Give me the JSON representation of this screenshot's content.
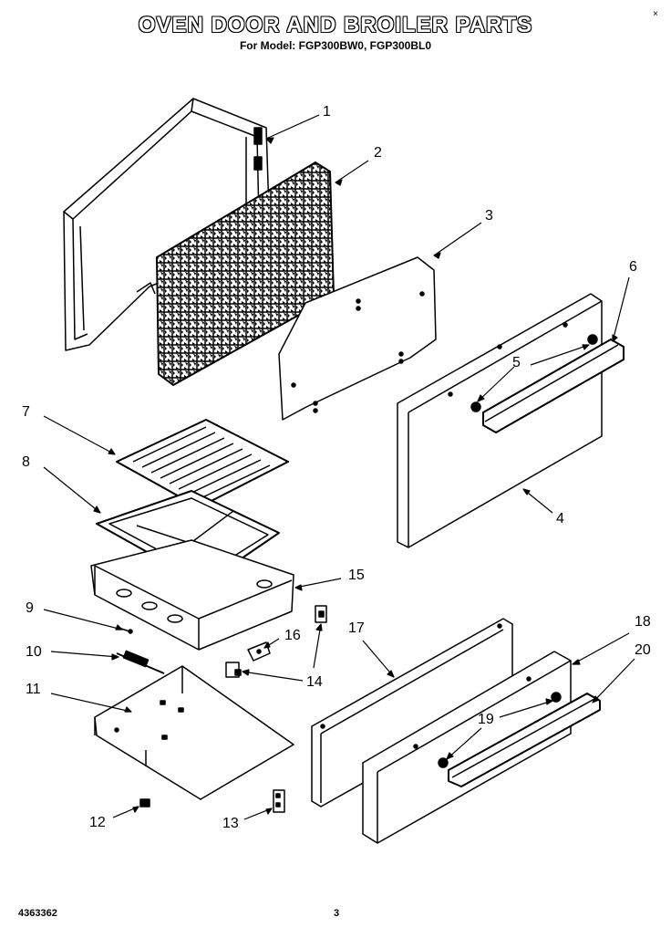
{
  "header": {
    "title": "OVEN DOOR AND BROILER PARTS",
    "subtitle": "For Model: FGP300BW0, FGP300BL0",
    "corner_mark": "×"
  },
  "footer": {
    "document_number": "4363362",
    "page_number": "3"
  },
  "callouts": {
    "c1": "1",
    "c2": "2",
    "c3": "3",
    "c4": "4",
    "c5": "5",
    "c6": "6",
    "c7": "7",
    "c8": "8",
    "c9": "9",
    "c10": "10",
    "c11": "11",
    "c12": "12",
    "c13": "13",
    "c14": "14",
    "c15": "15",
    "c16": "16",
    "c17": "17",
    "c18": "18",
    "c19": "19",
    "c20": "20"
  }
}
